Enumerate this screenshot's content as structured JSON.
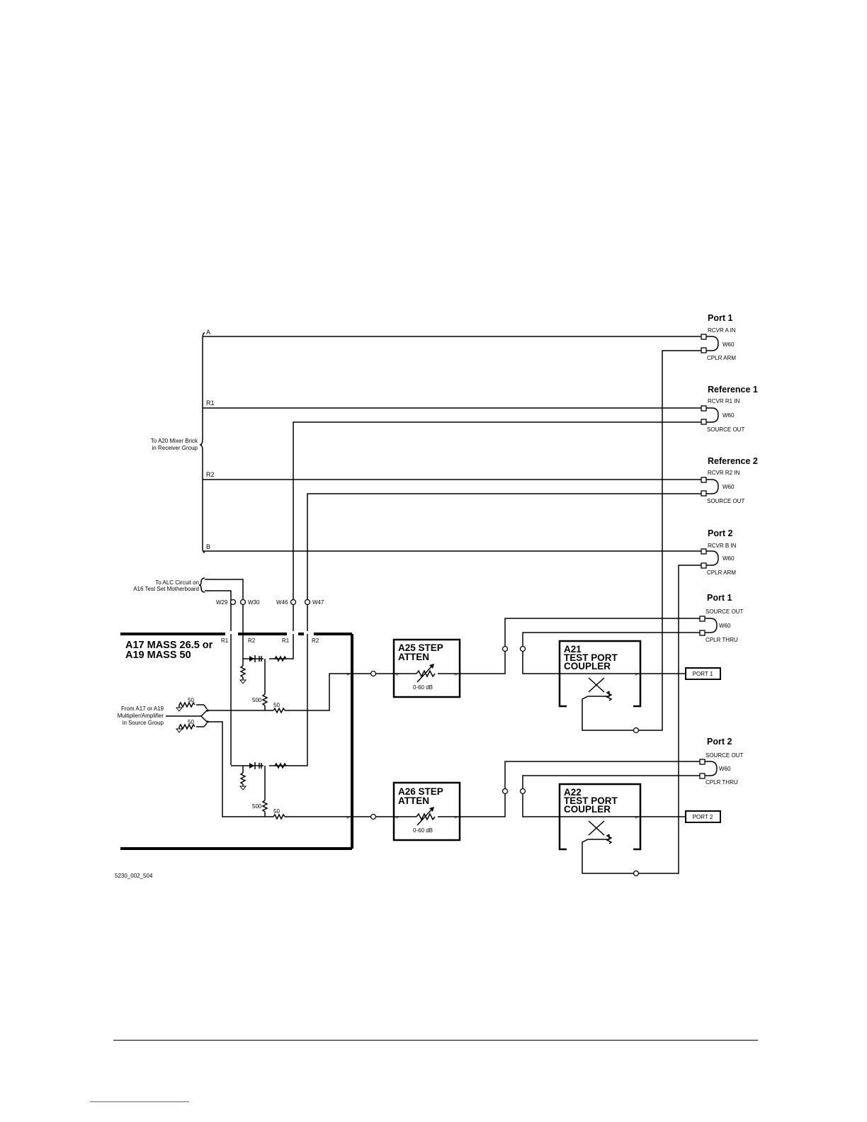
{
  "ports_right": [
    {
      "header": "Port 1",
      "top_label": "RCVR A IN",
      "cable": "W60",
      "bottom_label": "CPLR ARM"
    },
    {
      "header": "Reference 1",
      "top_label": "RCVR R1 IN",
      "cable": "W60",
      "bottom_label": "SOURCE OUT"
    },
    {
      "header": "Reference 2",
      "top_label": "RCVR R2 IN",
      "cable": "W60",
      "bottom_label": "SOURCE OUT"
    },
    {
      "header": "Port 2",
      "top_label": "RCVR B IN",
      "cable": "W60",
      "bottom_label": "CPLR ARM"
    }
  ],
  "ports_thru": [
    {
      "header": "Port 1",
      "top_label": "SOURCE OUT",
      "cable": "W60",
      "bottom_label": "CPLR  THRU"
    },
    {
      "header": "Port 2",
      "top_label": "SOURCE OUT",
      "cable": "W60",
      "bottom_label": "CPLR  THRU"
    }
  ],
  "signal_lines": [
    "A",
    "R1",
    "R2",
    "B"
  ],
  "mixer_note": [
    "To A20 Mixer Brick",
    "in Receiver Group"
  ],
  "alc_note": [
    "To ALC Circuit on",
    "A16 Test Set Motherboard"
  ],
  "cables": [
    "W29",
    "W30",
    "W46",
    "W47"
  ],
  "mass_labels": [
    "R1",
    "R2",
    "R1",
    "R2"
  ],
  "mass": {
    "line1": "A17 MASS 26.5 or",
    "line2": "A19 MASS 50"
  },
  "source_note": [
    "From A17 or A19",
    "Multiplier/Amplifier",
    "in Source Group"
  ],
  "values": {
    "r50": "50",
    "r500": "500"
  },
  "atten": [
    {
      "line1": "A25 STEP",
      "line2": "ATTEN",
      "range": "0-60 dB"
    },
    {
      "line1": "A26 STEP",
      "line2": "ATTEN",
      "range": "0-60 dB"
    }
  ],
  "couplers": [
    {
      "line1": "A21",
      "line2": "TEST PORT",
      "line3": "COUPLER"
    },
    {
      "line1": "A22",
      "line2": "TEST PORT",
      "line3": "COUPLER"
    }
  ],
  "port_outputs": [
    "PORT 1",
    "PORT 2"
  ],
  "figure_id": "5230_002_504"
}
